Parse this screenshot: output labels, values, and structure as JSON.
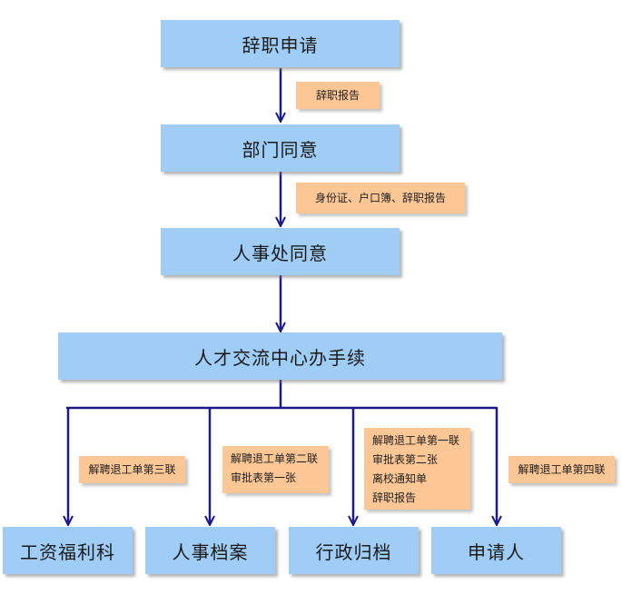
{
  "diagram": {
    "nodes": {
      "resign_apply": "辞职申请",
      "dept_agree": "部门同意",
      "hr_agree": "人事处同意",
      "talent_center": "人才交流中心办手续",
      "payroll": "工资福利科",
      "personnel_archive": "人事档案",
      "admin_archive": "行政归档",
      "applicant": "申请人"
    },
    "notes": {
      "step1": [
        "辞职报告"
      ],
      "step2": [
        "身份证、户口簿、辞职报告"
      ],
      "branch_payroll": [
        "解聘退工单第三联"
      ],
      "branch_archive": [
        "解聘退工单第二联",
        "审批表第一张"
      ],
      "branch_admin": [
        "解聘退工单第一联",
        "审批表第二张",
        "离校通知单",
        "辞职报告"
      ],
      "branch_applicant": [
        "解聘退工单第四联"
      ]
    },
    "colors": {
      "box_fill": "#9fcdf6",
      "note_fill": "#fcc695",
      "arrow": "#1a1a8c"
    }
  }
}
